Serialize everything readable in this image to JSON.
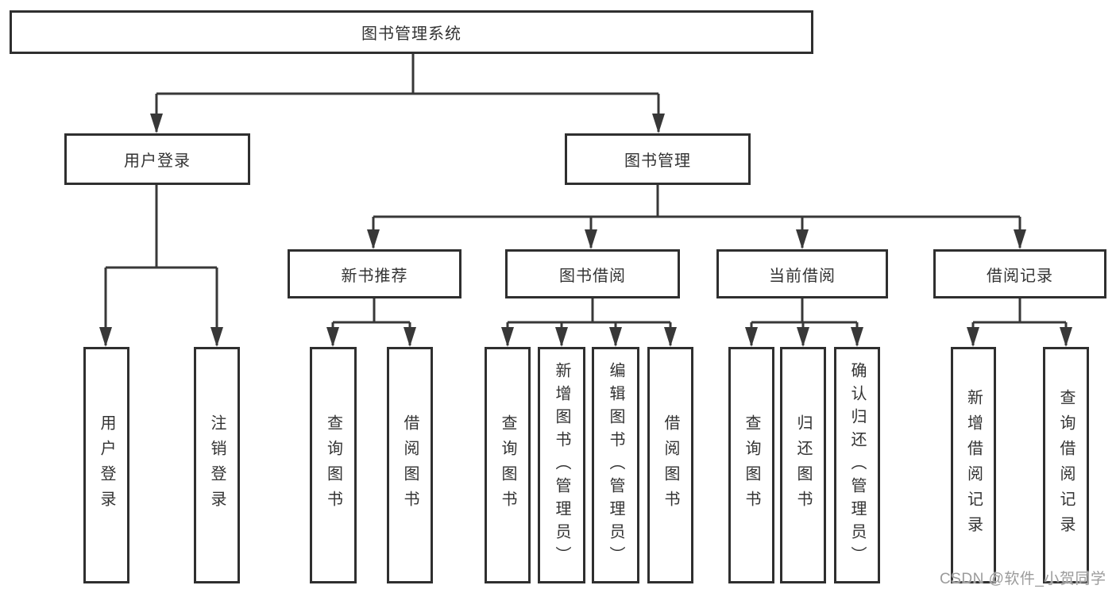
{
  "diagram": {
    "root": {
      "label": "图书管理系统"
    },
    "branches": [
      {
        "label": "用户登录",
        "children": [
          {
            "label": "用户登录"
          },
          {
            "label": "注销登录"
          }
        ]
      },
      {
        "label": "图书管理",
        "children": [
          {
            "label": "新书推荐",
            "children": [
              {
                "label": "查询图书"
              },
              {
                "label": "借阅图书"
              }
            ]
          },
          {
            "label": "图书借阅",
            "children": [
              {
                "label": "查询图书"
              },
              {
                "label": "新增图书（管理员）"
              },
              {
                "label": "编辑图书（管理员）"
              },
              {
                "label": "借阅图书"
              }
            ]
          },
          {
            "label": "当前借阅",
            "children": [
              {
                "label": "查询图书"
              },
              {
                "label": "归还图书"
              },
              {
                "label": "确认归还（管理员）"
              }
            ]
          },
          {
            "label": "借阅记录",
            "children": [
              {
                "label": "新增借阅记录"
              },
              {
                "label": "查询借阅记录"
              }
            ]
          }
        ]
      }
    ]
  },
  "watermark": {
    "text": "CSDN @软件_小贺同学"
  },
  "colors": {
    "line": "#383838",
    "box_border": "#2f2f2f",
    "text": "#333333",
    "watermark": "#969696",
    "background": "#ffffff"
  }
}
